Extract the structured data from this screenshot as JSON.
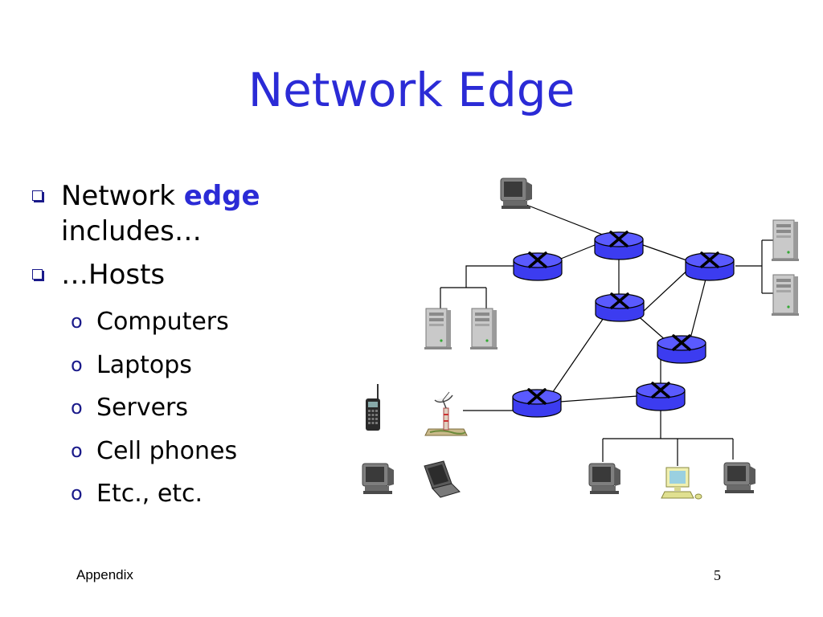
{
  "slide": {
    "title": "Network Edge",
    "bullets": [
      {
        "text_before": "Network ",
        "highlight": "edge",
        "text_after": "includes…"
      },
      {
        "text": "…Hosts"
      }
    ],
    "subbullets": [
      "Computers",
      "Laptops",
      "Servers",
      "Cell phones",
      "Etc., etc."
    ],
    "footer_left": "Appendix",
    "page_number": "5"
  },
  "colors": {
    "title": "#2b2bd6",
    "highlight": "#2b2bd6",
    "router_fill": "#3c3cf0",
    "router_outline": "#000000"
  },
  "icons": {
    "router": "router-icon",
    "server": "server-tower-icon",
    "monitor": "desktop-computer-icon",
    "laptop": "laptop-icon",
    "phone": "cell-phone-icon",
    "antenna": "satellite-antenna-icon"
  }
}
